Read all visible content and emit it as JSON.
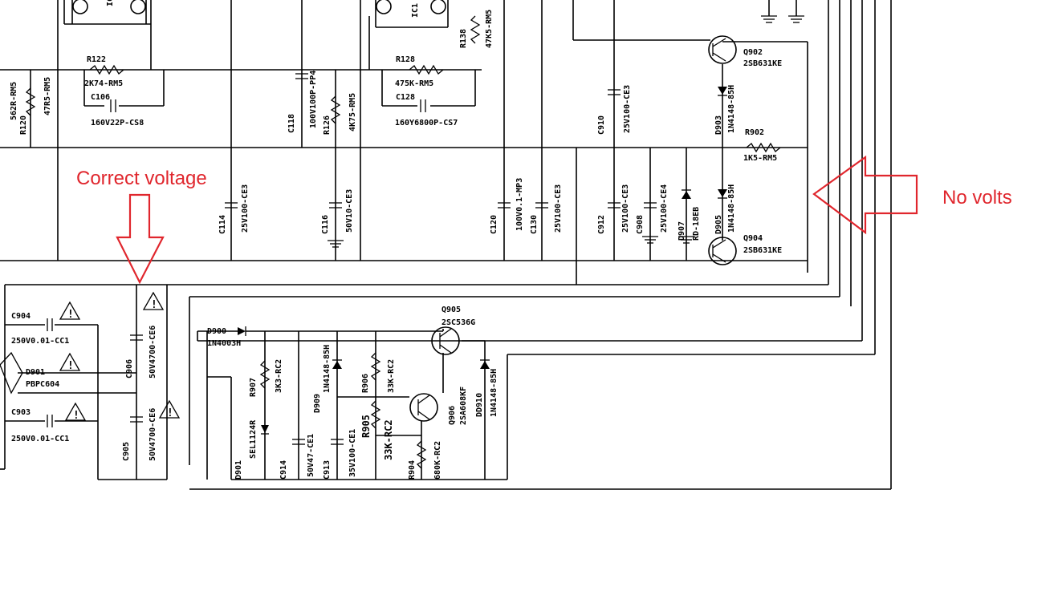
{
  "annotations": {
    "correct_voltage": "Correct voltage",
    "no_volts": "No volts",
    "color": "#e0262d"
  },
  "labels": {
    "r122": "R122",
    "r122_val": "2K74-RM5",
    "c106": "C106",
    "c106_val": "160V22P-CS8",
    "r120": "R120",
    "r120_val": "562R-RM5",
    "r120b_val": "47R5-RM5",
    "c118": "C118",
    "c118_val": "100V100P-PP4",
    "r126": "R126",
    "r126_val": "4K75-RM5",
    "r128": "R128",
    "r128_val": "475K-RM5",
    "c128": "C128",
    "c128_val": "160Y6800P-CS7",
    "r138": "R138",
    "r138_val": "47K5-RM5",
    "ic1": "IC1",
    "ic_left": "IC",
    "c910": "C910",
    "c910_val": "25V100-CE3",
    "q902": "Q902",
    "q902_val": "2SB631KE",
    "d903": "D903",
    "d903_val": "1N4148-85H",
    "r902": "R902",
    "r902_val": "1K5-RM5",
    "c114": "C114",
    "c114_val": "25V100-CE3",
    "c116": "C116",
    "c116_val": "50V10-CE3",
    "c120": "C120",
    "c120_val": "100V0.1-MP3",
    "c130": "C130",
    "c130_val": "25V100-CE3",
    "c912": "C912",
    "c912_val": "25V100-CE3",
    "c908": "C908",
    "c908_val": "25V100-CE4",
    "d907": "D907",
    "d907_val": "RD-18EB",
    "d905": "D905",
    "d905_val": "1N4148-85H",
    "q904": "Q904",
    "q904_val": "2SB631KE",
    "c904": "C904",
    "c904_val": "250V0.01-CC1",
    "c903": "C903",
    "c903_val": "250V0.01-CC1",
    "d901": "D901",
    "d901_val": "PBPC604",
    "c906": "C906",
    "c906_val": "50V4700-CE6",
    "c905": "C905",
    "c905_val": "50V4700-CE6",
    "d900": "D900",
    "d900_val": "1N4003H",
    "r907": "R907",
    "r907_val": "3K3-RC2",
    "d909": "D909",
    "d909_val": "1N4148-85H",
    "r906": "R906",
    "r906_val": "33K-RC2",
    "q905": "Q905",
    "q905_val": "2SC536G",
    "q906": "Q906",
    "q906_val": "2SA608KF",
    "d910": "DD910",
    "d910_val": "1N4148-85H",
    "r905": "R905",
    "r905_val": "33K-RC2",
    "r904": "R904",
    "r904_val": "680K-RC2",
    "d901b": "D901",
    "d901b_val": "SEL1124R",
    "c914": "C914",
    "c914_val": "50V47-CE1",
    "c913": "C913",
    "c913_val": "35V100-CE1",
    "plus": "+",
    "warn": "!"
  }
}
